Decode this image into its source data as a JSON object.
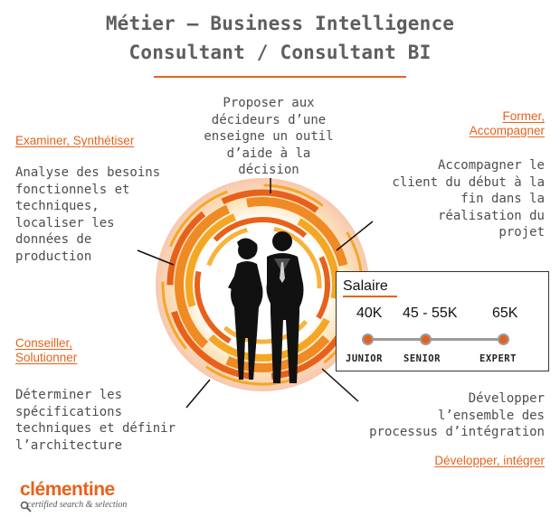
{
  "title": {
    "line1": "Métier – Business Intelligence",
    "line2": "Consultant / Consultant BI"
  },
  "center_top": {
    "text": "Proposer aux\ndécideurs d’une\nenseigne un outil\nd’aide à la\ndécision"
  },
  "top_left": {
    "role": "Examiner, Synthétiser",
    "text": "Analyse des besoins\nfonctionnels et\ntechniques,\nlocaliser les\ndonnées de\nproduction"
  },
  "top_right": {
    "role": "Former,\nAccompagner",
    "text": "Accompagner le\nclient du début à la\nfin dans la\nréalisation du\nprojet"
  },
  "bottom_left": {
    "role": "Conseiller,\nSolutionner",
    "text": "Déterminer les\nspécifications\ntechniques et définir\nl’architecture"
  },
  "bottom_right": {
    "role": "Développer, intégrer",
    "text": "Développer\nl’ensemble des\nprocessus d’intégration"
  },
  "salary": {
    "title": "Salaire",
    "values": [
      "40K",
      "45 - 55K",
      "65K"
    ],
    "levels": [
      "JUNIOR",
      "SENIOR",
      "EXPERT"
    ]
  },
  "logo": {
    "word": "clémentine",
    "tagline": "certified search & selection"
  },
  "colors": {
    "accent": "#e8611b",
    "ring_light": "#f5a623",
    "text": "#4d4d4d",
    "silhouette": "#111111"
  }
}
